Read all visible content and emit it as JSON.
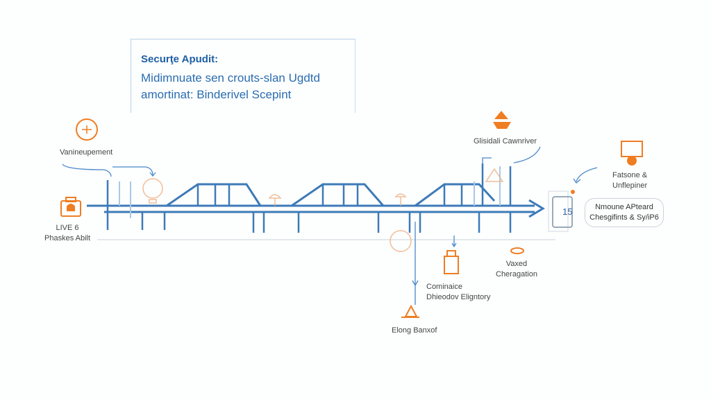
{
  "title_box": {
    "heading": "Securţe Apudit:",
    "line1": "Midimnuate sen crouts-slan Ugdtd",
    "line2": "amortinat: Binderivel Scepint"
  },
  "labels": {
    "top_left": "Vanineupement",
    "left_line1": "LIVE 6",
    "left_line2": "Phaskes Abilt",
    "top_right": "Glisidali Cawnriver",
    "right_line1": "Fatsone &",
    "right_line2": "Unflepiner",
    "callout_line1": "Nmoune APteard",
    "callout_line2": "Chesgifints & Sy/iP6",
    "badge": "15",
    "bottom_mid_line1": "Cominaice",
    "bottom_mid_line2": "Dhieodov Eligntory",
    "bottom_right_line1": "Vaxed",
    "bottom_right_line2": "Cheragation",
    "bottom_left": "Elong Banxof"
  },
  "colors": {
    "blue": "#3d7ab8",
    "light_blue": "#a9c8e6",
    "orange": "#ef7d22"
  }
}
